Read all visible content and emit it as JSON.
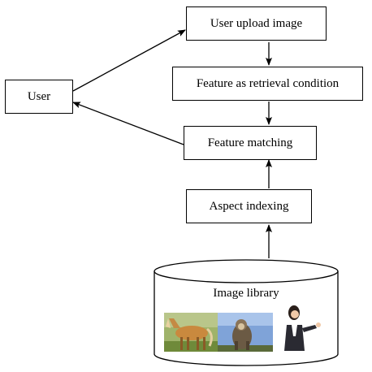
{
  "nodes": {
    "user": "User",
    "upload": "User upload image",
    "feature_condition": "Feature as retrieval condition",
    "matching": "Feature matching",
    "indexing": "Aspect indexing",
    "library": "Image library"
  },
  "library_images": [
    "horse-photo",
    "monkey-photo",
    "woman-photo"
  ],
  "colors": {
    "stroke": "#000000",
    "fill": "#ffffff"
  }
}
